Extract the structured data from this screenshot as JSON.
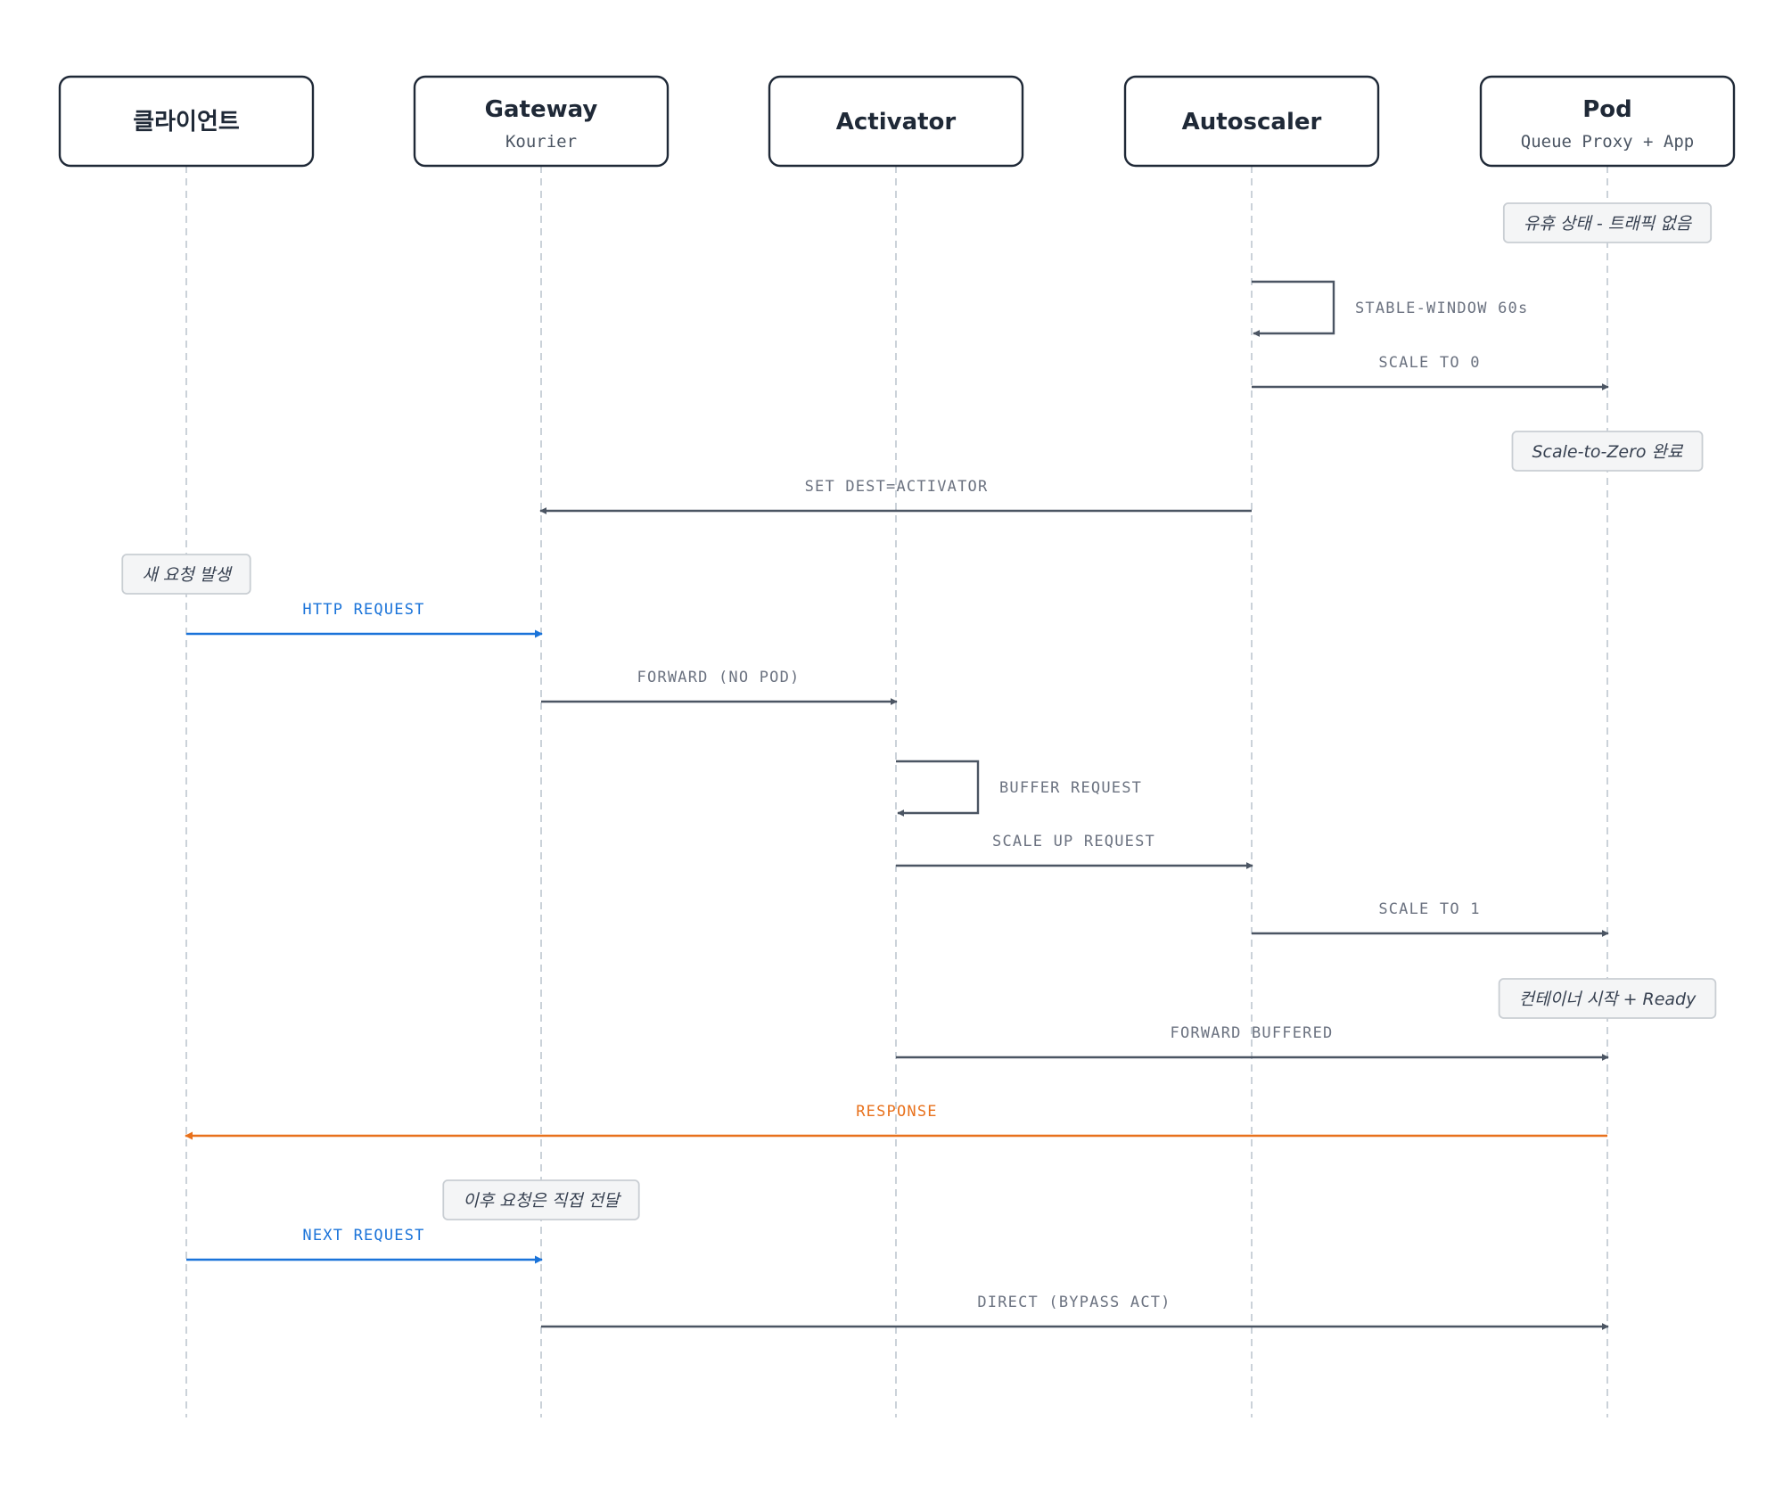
{
  "colors": {
    "default": "#4b5563",
    "label_default": "#6b7280",
    "request": "#1a73d9",
    "response": "#e8711c"
  },
  "actors": [
    {
      "title": "클라이언트",
      "subtitle": ""
    },
    {
      "title": "Gateway",
      "subtitle": "Kourier"
    },
    {
      "title": "Activator",
      "subtitle": ""
    },
    {
      "title": "Autoscaler",
      "subtitle": ""
    },
    {
      "title": "Pod",
      "subtitle": "Queue Proxy + App"
    }
  ],
  "steps": [
    {
      "kind": "note",
      "actor": 4,
      "text": "유휴 상태 - 트래픽 없음"
    },
    {
      "kind": "self",
      "actor": 3,
      "label": "STABLE-WINDOW 60s",
      "style": "default"
    },
    {
      "kind": "message",
      "from": 3,
      "to": 4,
      "label": "SCALE TO 0",
      "style": "default"
    },
    {
      "kind": "note",
      "actor": 4,
      "text": "Scale-to-Zero 완료"
    },
    {
      "kind": "message",
      "from": 3,
      "to": 1,
      "label": "SET DEST=ACTIVATOR",
      "style": "default"
    },
    {
      "kind": "note",
      "actor": 0,
      "text": "새 요청 발생"
    },
    {
      "kind": "message",
      "from": 0,
      "to": 1,
      "label": "HTTP REQUEST",
      "style": "request"
    },
    {
      "kind": "message",
      "from": 1,
      "to": 2,
      "label": "FORWARD (NO POD)",
      "style": "default"
    },
    {
      "kind": "self",
      "actor": 2,
      "label": "BUFFER REQUEST",
      "style": "default"
    },
    {
      "kind": "message",
      "from": 2,
      "to": 3,
      "label": "SCALE UP REQUEST",
      "style": "default"
    },
    {
      "kind": "message",
      "from": 3,
      "to": 4,
      "label": "SCALE TO 1",
      "style": "default"
    },
    {
      "kind": "note",
      "actor": 4,
      "text": "컨테이너 시작 + Ready"
    },
    {
      "kind": "message",
      "from": 2,
      "to": 4,
      "label": "FORWARD BUFFERED",
      "style": "default"
    },
    {
      "kind": "message",
      "from": 4,
      "to": 0,
      "label": "RESPONSE",
      "style": "response"
    },
    {
      "kind": "note",
      "actor": 1,
      "text": "이후 요청은 직접 전달"
    },
    {
      "kind": "message",
      "from": 0,
      "to": 1,
      "label": "NEXT REQUEST",
      "style": "request"
    },
    {
      "kind": "message",
      "from": 1,
      "to": 4,
      "label": "DIRECT (BYPASS ACT)",
      "style": "default"
    }
  ]
}
